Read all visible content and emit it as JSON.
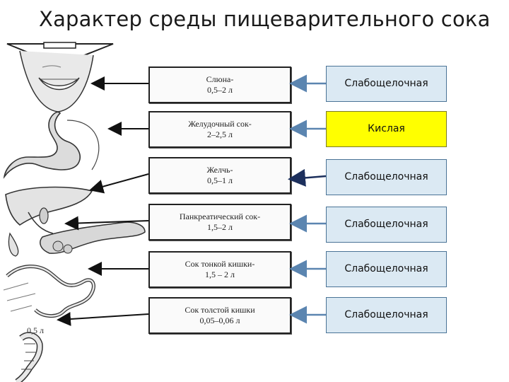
{
  "title": "Характер среды пищеварительного сока",
  "juices": [
    {
      "name": "Слюна-",
      "volume": "0,5–2 л",
      "environment": "Слабощелочная",
      "organ_icon": "mouth-icon"
    },
    {
      "name": "Желудочный сок-",
      "volume": "2–2,5 л",
      "environment": "Кислая",
      "organ_icon": "stomach-icon"
    },
    {
      "name": "Желчь-",
      "volume": "0,5–1 л",
      "environment": "Слабощелочная",
      "organ_icon": "liver-icon"
    },
    {
      "name": "Панкреатический сок-",
      "volume": "1,5–2 л",
      "environment": "Слабощелочная",
      "organ_icon": "pancreas-icon"
    },
    {
      "name": "Сок тонкой кишки-",
      "volume": "1,5 – 2 л",
      "environment": "Слабощелочная",
      "organ_icon": "small-intestine-icon"
    },
    {
      "name": "Сок толстой кишки",
      "volume": "0,05–0,06 л",
      "environment": "Слабощелочная",
      "organ_icon": "large-intestine-icon"
    }
  ],
  "colors": {
    "env_fill": "#dbe9f3",
    "env_border": "#4a7396",
    "acid_fill": "#ffff00",
    "arrow": "#5b85b0"
  },
  "volume_note": "0,5 л"
}
